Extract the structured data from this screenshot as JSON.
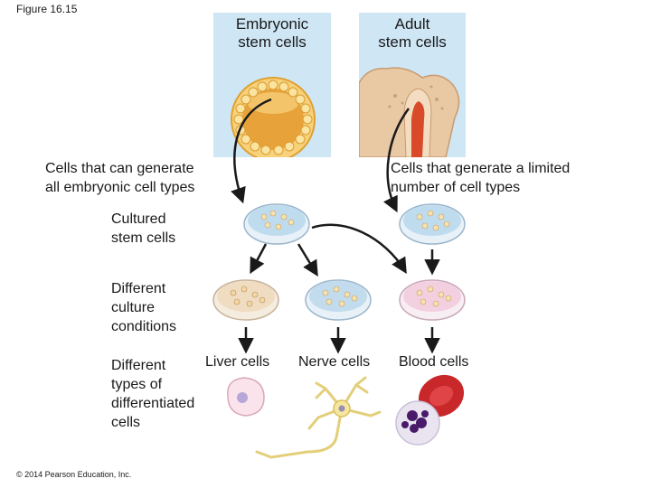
{
  "figure_label": "Figure 16.15",
  "copyright": "© 2014 Pearson Education, Inc.",
  "panels": {
    "embryonic": {
      "title": "Embryonic\nstem cells"
    },
    "adult": {
      "title": "Adult\nstem cells"
    }
  },
  "labels": {
    "embryonic_potential": "Cells that can generate\nall embryonic cell types",
    "adult_potential": "Cells that generate a limited\nnumber of cell types",
    "cultured": "Cultured\nstem cells",
    "culture_conditions": "Different\nculture\nconditions",
    "differentiated": "Different\ntypes of\ndifferentiated\ncells"
  },
  "cell_types": {
    "liver": "Liver cells",
    "nerve": "Nerve cells",
    "blood": "Blood cells"
  },
  "colors": {
    "panel_bg": "#cfe6f5",
    "dish_blue": "#bfdcef",
    "dish_tan": "#f0dcc0",
    "dish_pink": "#f3d0e0",
    "blastocyst": "#f0b040",
    "bone": "#e9c9a4",
    "marrow": "#d84a2a",
    "red_cell": "#c8282a",
    "white_cell": "#4a1a6a",
    "neuron": "#f5e6a0"
  }
}
